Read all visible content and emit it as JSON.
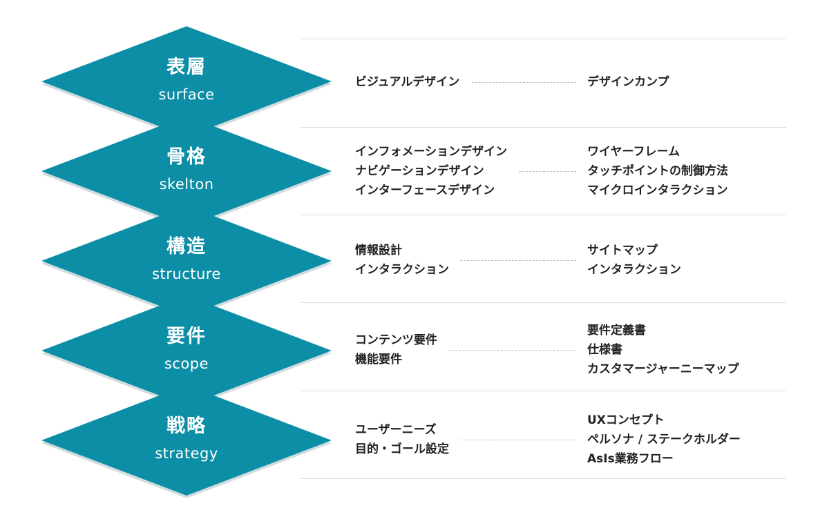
{
  "colors": {
    "diamond": "#0c8ea6",
    "divider": "#d9dde0",
    "connector": "#b9c0c4",
    "text": "#222222"
  },
  "layers": [
    {
      "title": "表層",
      "subtitle": "surface",
      "left_items": [
        "ビジュアルデザイン"
      ],
      "right_items": [
        "デザインカンプ"
      ]
    },
    {
      "title": "骨格",
      "subtitle": "skelton",
      "left_items": [
        "インフォメーションデザイン",
        "ナビゲーションデザイン",
        "インターフェースデザイン"
      ],
      "right_items": [
        "ワイヤーフレーム",
        "タッチポイントの制御方法",
        "マイクロインタラクション"
      ]
    },
    {
      "title": "構造",
      "subtitle": "structure",
      "left_items": [
        "情報設計",
        "インタラクション"
      ],
      "right_items": [
        "サイトマップ",
        "インタラクション"
      ]
    },
    {
      "title": "要件",
      "subtitle": "scope",
      "left_items": [
        "コンテンツ要件",
        "機能要件"
      ],
      "right_items": [
        "要件定義書",
        "仕様書",
        "カスタマージャーニーマップ"
      ]
    },
    {
      "title": "戦略",
      "subtitle": "strategy",
      "left_items": [
        "ユーザーニーズ",
        "目的・ゴール設定"
      ],
      "right_items": [
        "UXコンセプト",
        "ペルソナ / ステークホルダー",
        "AsIs業務フロー"
      ]
    }
  ]
}
